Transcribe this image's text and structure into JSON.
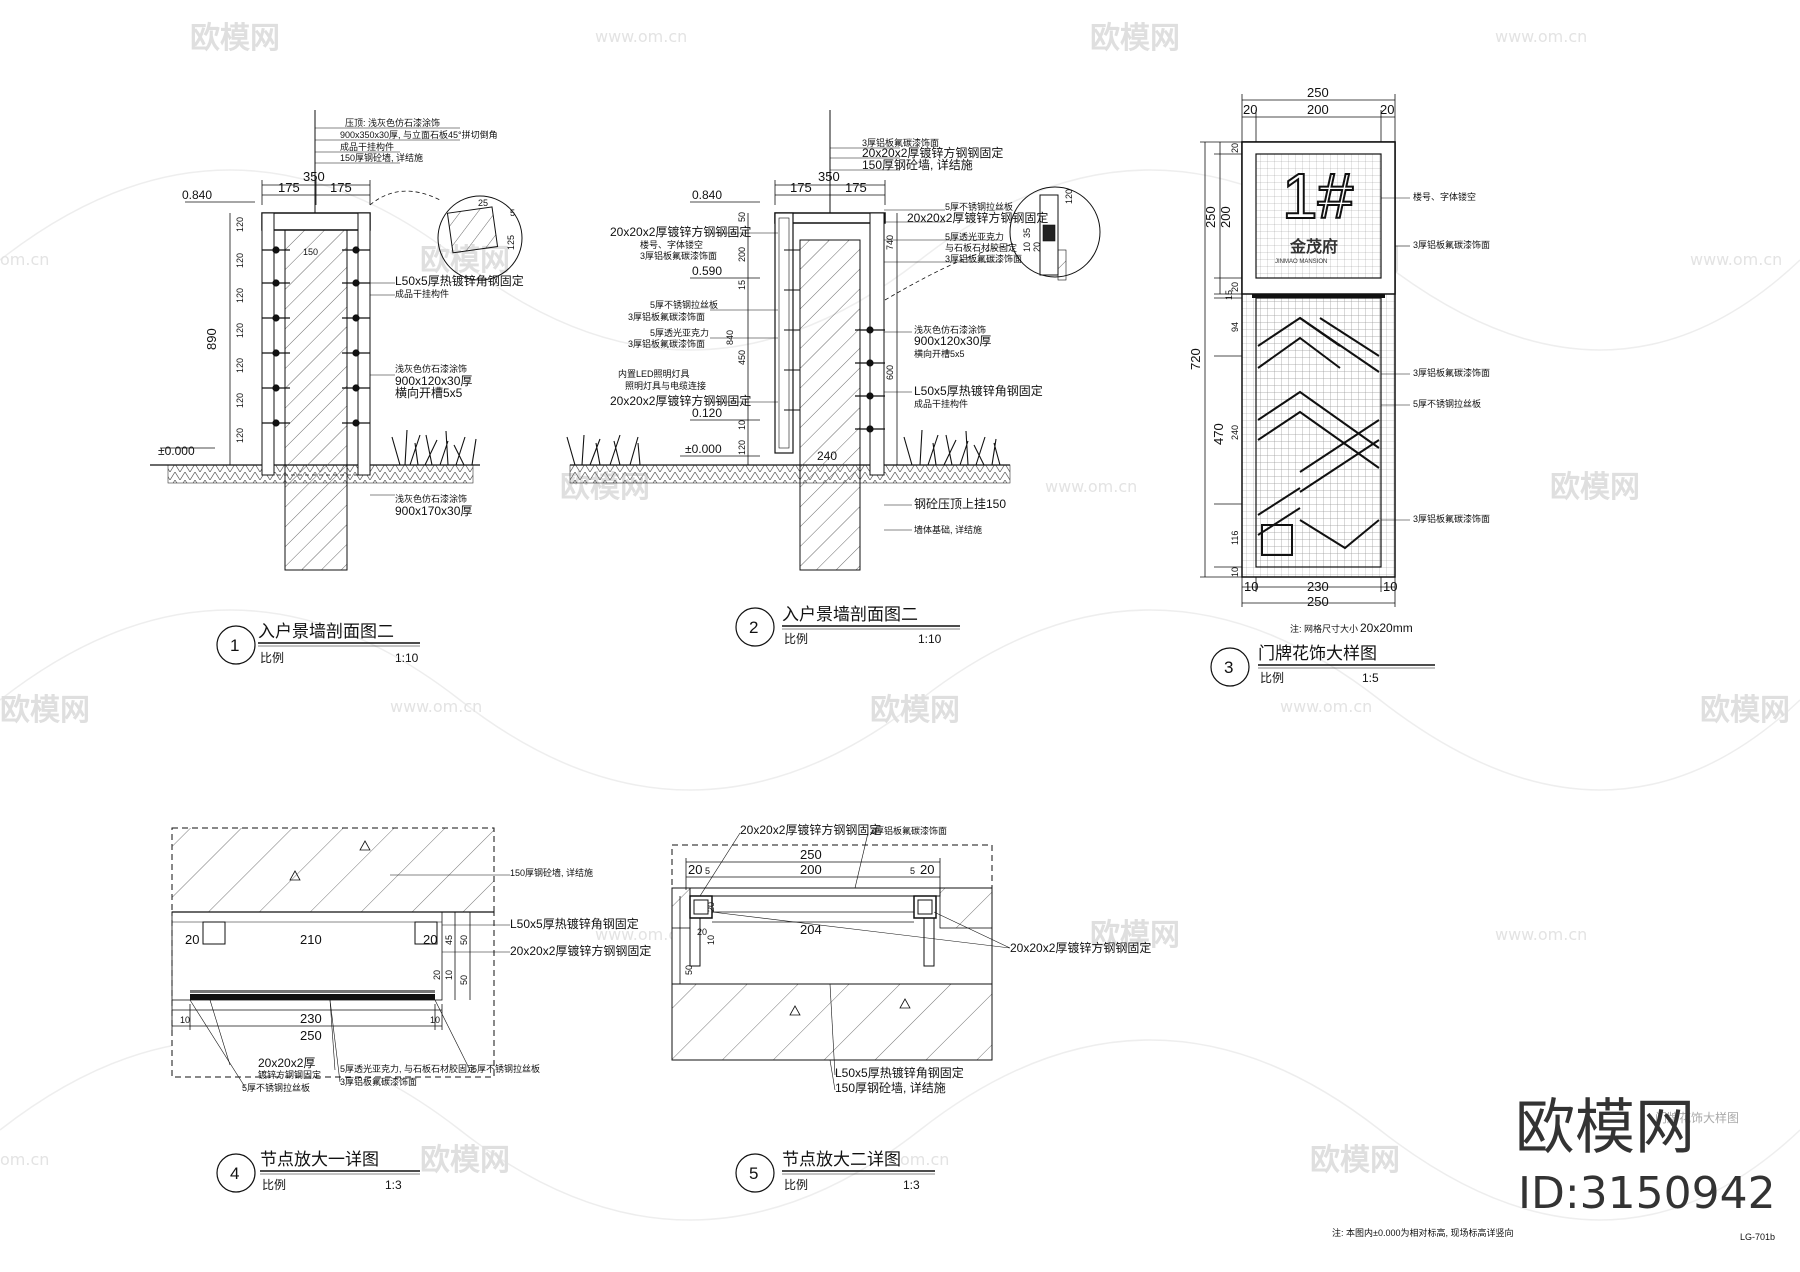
{
  "watermark": {
    "brand": "欧模网",
    "url": "www.om.cn",
    "url_short": "om.cn"
  },
  "logo": {
    "brand": "欧模网",
    "id_label": "ID:3150942"
  },
  "sheet": {
    "code": "LG-701b",
    "note": "注: 本图内±0.000为相对标高, 现场标高详竖向",
    "hidden_title": "门牌花饰大样图"
  },
  "drawings": [
    {
      "num": "1",
      "title": "入户景墙剖面图二",
      "scale_label": "比例",
      "scale": "1:10"
    },
    {
      "num": "2",
      "title": "入户景墙剖面图二",
      "scale_label": "比例",
      "scale": "1:10"
    },
    {
      "num": "3",
      "title": "门牌花饰大样图",
      "scale_label": "比例",
      "scale": "1:5"
    },
    {
      "num": "4",
      "title": "节点放大一详图",
      "scale_label": "比例",
      "scale": "1:3"
    },
    {
      "num": "5",
      "title": "节点放大二详图",
      "scale_label": "比例",
      "scale": "1:3"
    }
  ],
  "d1": {
    "width": "350",
    "half_a": "175",
    "half_b": "175",
    "elev_top": "0.840",
    "elev_zero": "±0.000",
    "height": "890",
    "course": "120",
    "small": "150",
    "detail_a": "25",
    "detail_b": "5",
    "detail_c": "125",
    "labels": [
      "压顶: 浅灰色仿石漆涂饰",
      "900x350x30厚, 与立面石板45°拼切倒角",
      "成品干挂构件",
      "150厚钢砼墙, 详结施",
      "L50x5厚热镀锌角钢固定",
      "成品干挂构件",
      "浅灰色仿石漆涂饰",
      "900x120x30厚",
      "横向开槽5x5",
      "浅灰色仿石漆涂饰",
      "900x170x30厚"
    ]
  },
  "d2": {
    "width": "350",
    "half_a": "175",
    "half_b": "175",
    "elev_top": "0.840",
    "elev_mid": "0.590",
    "elev_low": "0.120",
    "elev_zero": "±0.000",
    "left_dims": [
      "50",
      "200",
      "15",
      "840",
      "450",
      "10",
      "120"
    ],
    "right_dims": [
      "740",
      "600"
    ],
    "bottom": "240",
    "detail_a": "120",
    "detail_b": "35",
    "detail_c": "10",
    "detail_d": "20",
    "labels_top": [
      "3厚铝板氟碳漆饰面",
      "20x20x2厚镀锌方钢钢固定",
      "150厚钢砼墙, 详结施"
    ],
    "labels_left": [
      "20x20x2厚镀锌方钢钢固定",
      "楼号、字体镂空",
      "3厚铝板氟碳漆饰面",
      "5厚不锈钢拉丝板",
      "3厚铝板氟碳漆饰面",
      "5厚透光亚克力",
      "3厚铝板氟碳漆饰面",
      "内置LED照明灯具",
      "照明灯具与电缆连接",
      "20x20x2厚镀锌方钢钢固定"
    ],
    "labels_right": [
      "5厚不锈钢拉丝板",
      "20x20x2厚镀锌方钢钢固定",
      "5厚透光亚克力",
      "与石板石材胶固定",
      "3厚铝板氟碳漆饰面",
      "浅灰色仿石漆涂饰",
      "900x120x30厚",
      "横向开槽5x5",
      "L50x5厚热镀锌角钢固定",
      "成品干挂构件",
      "钢砼压顶上挂150",
      "墙体基础, 详结施"
    ]
  },
  "d3": {
    "top_total": "250",
    "top_a": "20",
    "top_mid": "200",
    "top_b": "20",
    "bot_total": "250",
    "bot_a": "10",
    "bot_mid": "230",
    "bot_b": "10",
    "left_total": "720",
    "left_upper": "250",
    "left_upper_mid": "200",
    "left_parts": [
      "20",
      "20",
      "15",
      "94",
      "470",
      "240",
      "116",
      "10"
    ],
    "big_text": "1#",
    "name_text": "金茂府",
    "name_sub": "JINMAO MANSION",
    "labels": [
      "楼号、字体镂空",
      "3厚铝板氟碳漆饰面",
      "3厚铝板氟碳漆饰面",
      "5厚不锈钢拉丝板",
      "3厚铝板氟碳漆饰面"
    ],
    "note_prefix": "注: 网格尺寸大小",
    "note_size": "20x20mm"
  },
  "d4": {
    "dims_top": [
      "20",
      "210",
      "20"
    ],
    "dims_right": [
      "45",
      "50",
      "10",
      "20",
      "50"
    ],
    "dims_bottom": [
      "230",
      "250"
    ],
    "dim_ten": "10",
    "labels": [
      "150厚钢砼墙, 详结施",
      "L50x5厚热镀锌角钢固定",
      "20x20x2厚镀锌方钢钢固定",
      "20x20x2厚",
      "镀锌方钢钢固定",
      "5厚不锈钢拉丝板",
      "5厚透光亚克力, 与石板石材胶固定",
      "3厚铝板氟碳漆饰面",
      "5厚不锈钢拉丝板"
    ]
  },
  "d5": {
    "dims_top_total": "250",
    "dims_top": [
      "20",
      "5",
      "200",
      "5",
      "20"
    ],
    "dim_inner": "204",
    "dims_left": [
      "20",
      "20",
      "10",
      "50"
    ],
    "labels": [
      "20x20x2厚镀锌方钢钢固定",
      "3厚铝板氟碳漆饰面",
      "20x20x2厚镀锌方钢钢固定",
      "L50x5厚热镀锌角钢固定",
      "150厚钢砼墙, 详结施"
    ]
  }
}
